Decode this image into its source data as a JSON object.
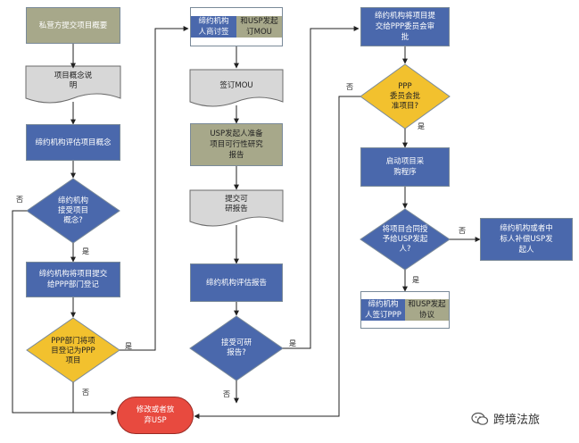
{
  "nodes": {
    "n1": "私营方提交项目概要",
    "n2": "项目概念说\n明",
    "n3": "缔约机构评估项目概念",
    "n4": "缔约机构\n接受项目\n概念?",
    "n5": "缔约机构将项目提交\n给PPP部门登记",
    "n6": "PPP部门将项\n目登记为PPP\n项目",
    "m1a": "缔约机构\n人商讨签",
    "m1b": "和USP发起\n订MOU",
    "m2": "签订MOU",
    "m3": "USP发起人准备\n项目可行性研究\n报告",
    "m4": "提交可\n研报告",
    "m5": "缔约机构评估报告",
    "m6": "接受可研\n报告?",
    "r1": "缔约机构将项目提\n交给PPP委员会审\n批",
    "r2": "PPP\n委员会批\n准项目?",
    "r3": "启动项目采\n购程序",
    "r4": "将项目合同授\n予给USP发起\n人?",
    "r5": "缔约机构或者中\n标人补偿USP发\n起人",
    "r6a": "缔约机构\n人签订PPP",
    "r6b": "和USP发起\n协议",
    "end": "修改或者放\n弃USP"
  },
  "labels": {
    "no1": "否",
    "yes1": "是",
    "yes2": "是",
    "no2": "否",
    "yes3": "是",
    "no3": "否",
    "no4": "否",
    "yes4": "是",
    "no5": "否",
    "yes5": "是"
  },
  "watermark": "跨境法旅",
  "colors": {
    "olive": "#a7a88a",
    "blue": "#4a68ac",
    "gold": "#f2c12e",
    "doc": "#d7d7d7",
    "end": "#e84a3f"
  }
}
